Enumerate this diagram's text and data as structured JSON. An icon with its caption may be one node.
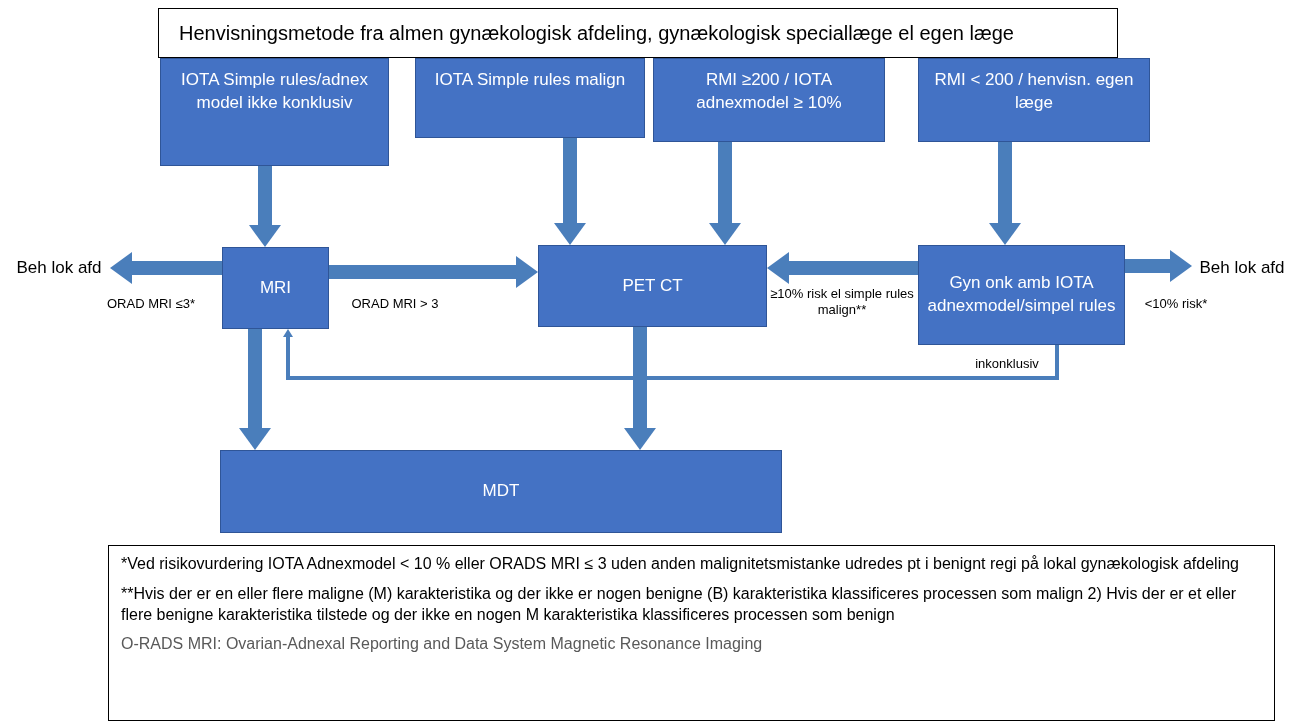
{
  "diagram": {
    "nodes": [
      {
        "text": [
          "Henvisningsmetode fra almen gynækologisk afdeling, gynækologisk speciallæge el egen læge"
        ]
      },
      {
        "text": [
          "IOTA Simple rules/adnex model ikke konklusiv"
        ]
      },
      {
        "text": [
          "IOTA Simple rules malign"
        ]
      },
      {
        "text": [
          "RMI ≥200 / IOTA adnexmodel ≥ 10%"
        ]
      },
      {
        "text": [
          "RMI < 200 / henvisn. egen læge"
        ]
      },
      {
        "text": [
          "Beh lok afd"
        ]
      },
      {
        "text": [
          "MRI"
        ]
      },
      {
        "text": [
          "PET CT"
        ]
      },
      {
        "text": [
          "Gyn onk amb IOTA adnexmodel/simpel rules"
        ]
      },
      {
        "text": [
          "Beh lok afd"
        ]
      },
      {
        "text": [
          "MDT"
        ]
      },
      {
        "text": [
          "*Ved risikovurdering IOTA Adnexmodel < 10 % eller ORADS MRI ≤ 3 uden anden malignitetsmistanke udredes pt i benignt regi på lokal gynækologisk afdeling",
          "**Hvis der er en eller flere maligne (M) karakteristika og der ikke er nogen benigne (B) karakteristika klassificeres processen som malign 2) Hvis der er et eller flere benigne karakteristika tilstede og der ikke en nogen M karakteristika klassificeres processen som benign",
          "O-RADS MRI: Ovarian-Adnexal Reporting and Data System Magnetic Resonance Imaging"
        ]
      }
    ],
    "edges": [
      {
        "from": 1,
        "to": 6,
        "arrow": "to"
      },
      {
        "from": 2,
        "to": 7,
        "arrow": "to"
      },
      {
        "from": 3,
        "to": 7,
        "arrow": "to"
      },
      {
        "from": 4,
        "to": 8,
        "arrow": "to"
      },
      {
        "from": 6,
        "to": 5,
        "arrow": "to",
        "label": "ORAD MRI ≤3*"
      },
      {
        "from": 6,
        "to": 7,
        "arrow": "to",
        "label": "ORAD MRI > 3"
      },
      {
        "from": 8,
        "to": 7,
        "arrow": "to",
        "label": "≥10% risk el simple rules malign**"
      },
      {
        "from": 8,
        "to": 9,
        "arrow": "to",
        "label": "<10% risk*"
      },
      {
        "from": 8,
        "to": 6,
        "arrow": "to",
        "label": "inkonklusiv"
      },
      {
        "from": 6,
        "to": 10,
        "arrow": "to"
      },
      {
        "from": 7,
        "to": 10,
        "arrow": "to"
      }
    ]
  }
}
